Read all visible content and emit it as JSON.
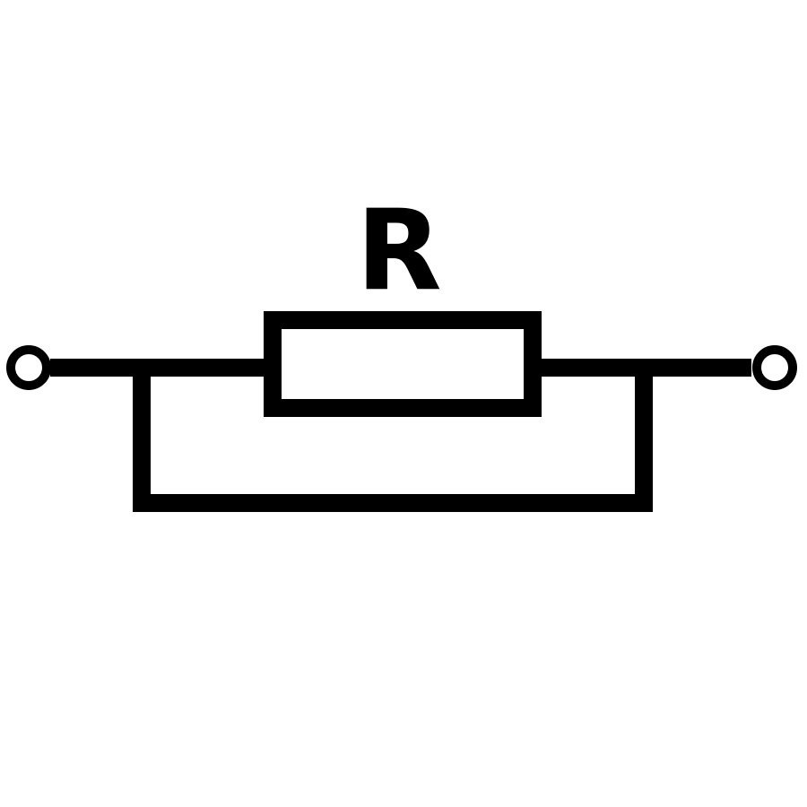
{
  "diagram": {
    "component_label": "R",
    "stroke_color": "#000000",
    "background_color": "#ffffff",
    "elements": [
      {
        "name": "left-terminal",
        "shape": "open-circle"
      },
      {
        "name": "right-terminal",
        "shape": "open-circle"
      },
      {
        "name": "resistor",
        "shape": "rectangle"
      },
      {
        "name": "bypass-wire",
        "shape": "polyline"
      }
    ]
  }
}
